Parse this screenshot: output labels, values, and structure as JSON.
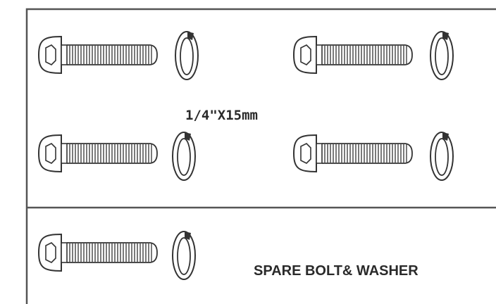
{
  "size_label": "1/4\"X15mm",
  "spare_label": "SPARE BOLT& WASHER",
  "colors": {
    "line": "#333333",
    "paper": "#ffffff",
    "frame": "#555555"
  },
  "parts": [
    {
      "group": "main",
      "bolt": "hex-socket-button-head-bolt",
      "washer": "split-lock-washer"
    },
    {
      "group": "main",
      "bolt": "hex-socket-button-head-bolt",
      "washer": "split-lock-washer"
    },
    {
      "group": "main",
      "bolt": "hex-socket-button-head-bolt",
      "washer": "split-lock-washer"
    },
    {
      "group": "main",
      "bolt": "hex-socket-button-head-bolt",
      "washer": "split-lock-washer"
    },
    {
      "group": "spare",
      "bolt": "hex-socket-button-head-bolt",
      "washer": "split-lock-washer"
    }
  ]
}
